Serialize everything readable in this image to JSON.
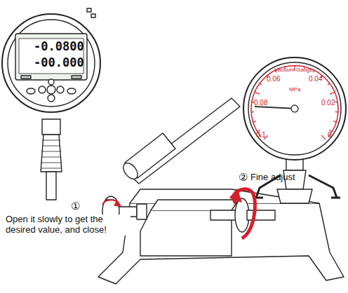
{
  "diagram": {
    "labels": [
      "-0.0800",
      "-00.000",
      "0.06",
      "0.04",
      "0.08",
      "0.02",
      "0.1",
      "0",
      "MPa",
      "Vacuum Gauge",
      "①",
      "Open it slowly to get the desired value, and close!",
      "②",
      "Fine adjust"
    ]
  }
}
